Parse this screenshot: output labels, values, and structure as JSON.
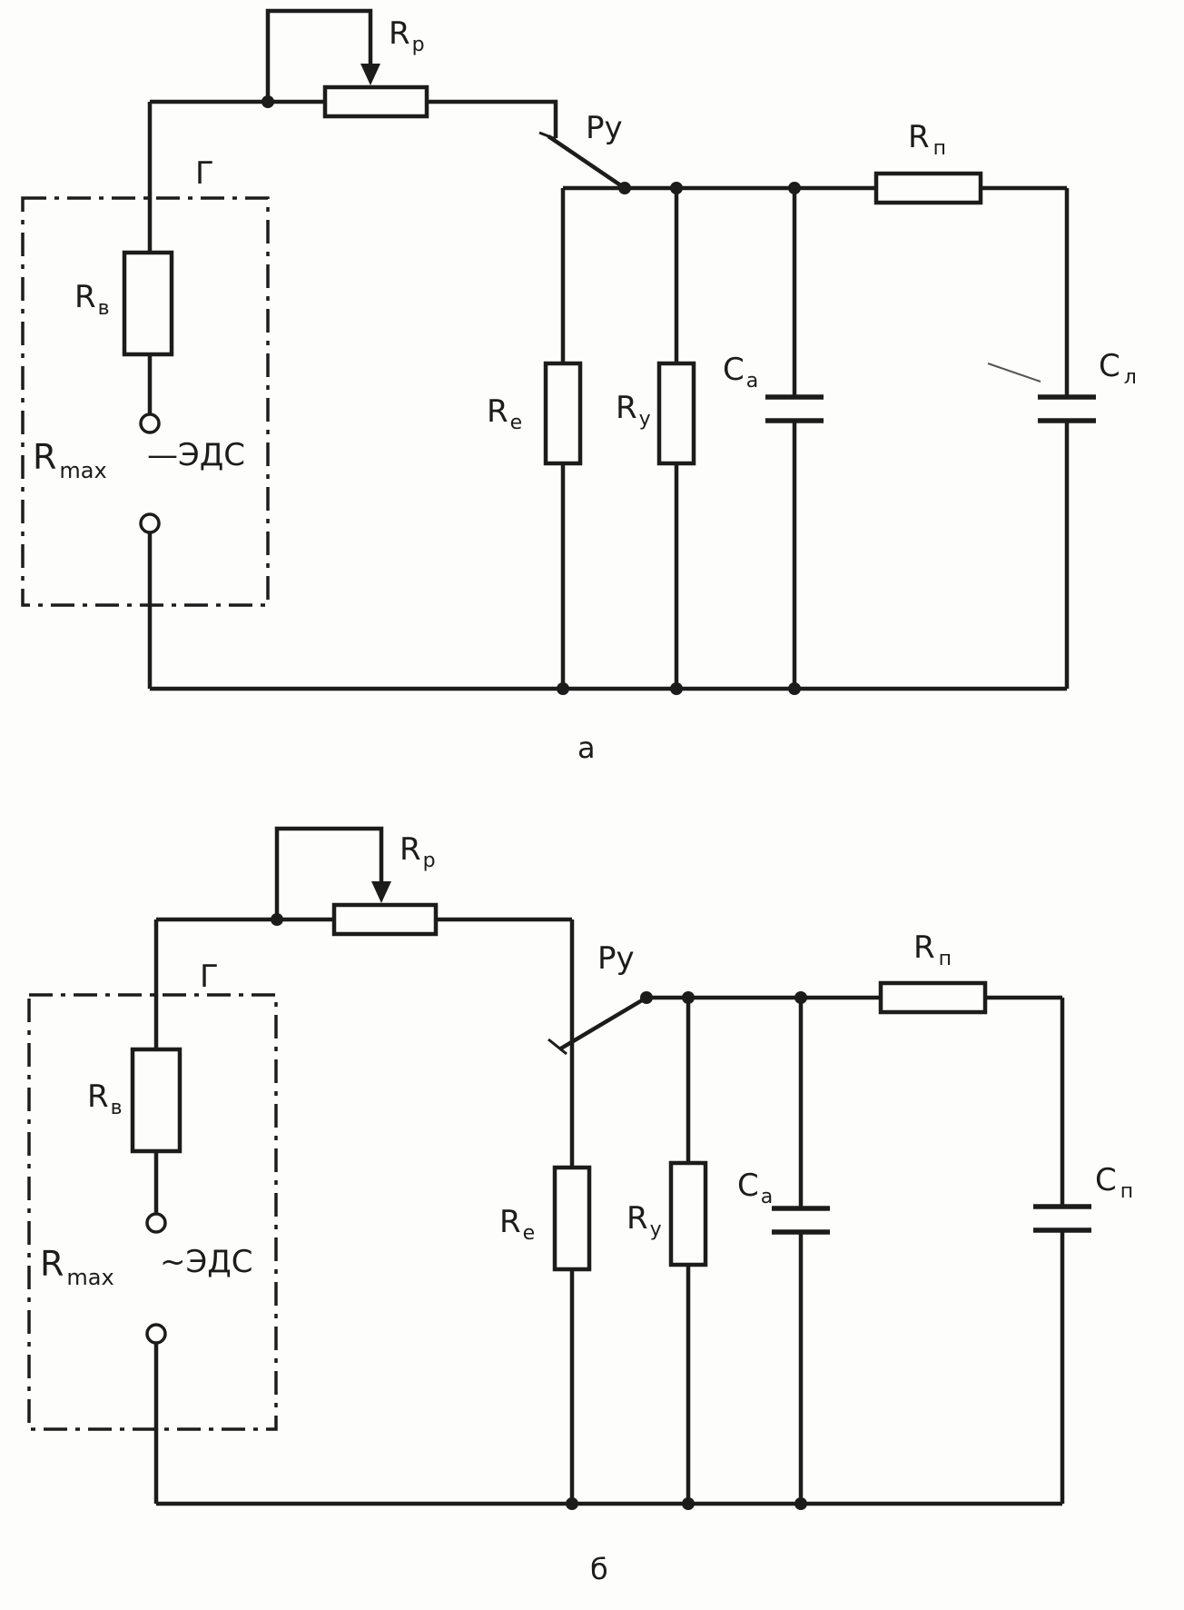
{
  "figure": {
    "ink": "#1c1c1c",
    "background": "#fdfdfb"
  },
  "circuits": [
    {
      "caption": "а",
      "labels": {
        "rp": {
          "base": "R",
          "sub": "р"
        },
        "ru": "Ру",
        "rn": {
          "base": "R",
          "sub": "п"
        },
        "ca": {
          "base": "С",
          "sub": "а"
        },
        "cn": {
          "base": "С",
          "sub": "л"
        },
        "re": {
          "base": "R",
          "sub": "е"
        },
        "ry": {
          "base": "R",
          "sub": "у"
        },
        "rv": {
          "base": "R",
          "sub": "в"
        },
        "g": "Г",
        "rmax": {
          "base": "R",
          "sub": "max"
        },
        "eds": "—ЭДС"
      }
    },
    {
      "caption": "б",
      "labels": {
        "rp": {
          "base": "R",
          "sub": "р"
        },
        "ru": "Ру",
        "rn": {
          "base": "R",
          "sub": "п"
        },
        "ca": {
          "base": "С",
          "sub": "а"
        },
        "cn": {
          "base": "С",
          "sub": "п"
        },
        "re": {
          "base": "R",
          "sub": "е"
        },
        "ry": {
          "base": "R",
          "sub": "у"
        },
        "rv": {
          "base": "R",
          "sub": "в"
        },
        "g": "Г",
        "rmax": {
          "base": "R",
          "sub": "max"
        },
        "eds": "~ЭДС"
      }
    }
  ]
}
